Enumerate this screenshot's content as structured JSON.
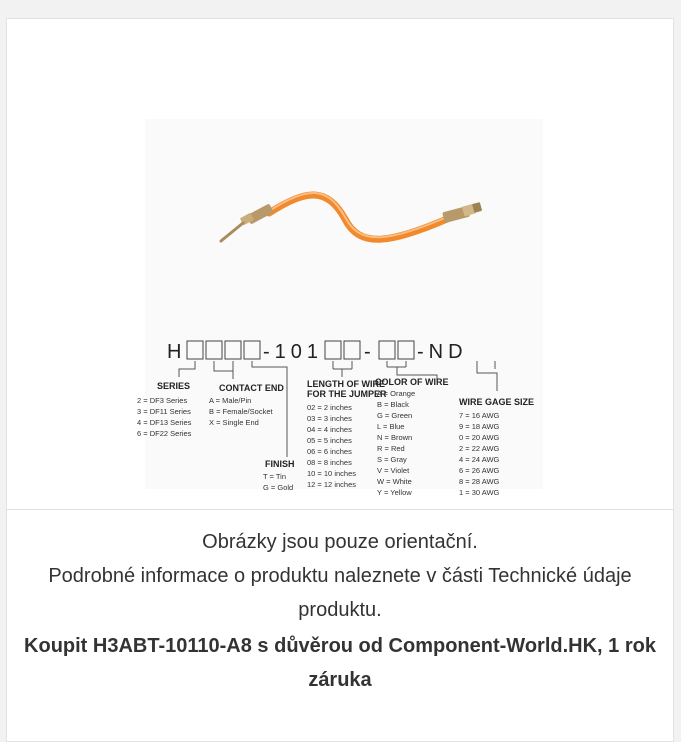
{
  "product": {
    "part_prefix": "H",
    "part_middle": "-101",
    "part_dash": "-",
    "part_suffix": "-ND",
    "cable_color": "#f08a2c",
    "legend": {
      "series": {
        "title": "SERIES",
        "items": [
          "2 = DF3 Series",
          "3 = DF11 Series",
          "4 = DF13 Series",
          "6 = DF22 Series"
        ]
      },
      "contact_end": {
        "title": "CONTACT END",
        "items": [
          "A = Male/Pin",
          "B = Female/Socket",
          "X = Single End"
        ]
      },
      "finish": {
        "title": "FINISH",
        "items": [
          "T = Tin",
          "G = Gold"
        ]
      },
      "length": {
        "title_line1": "LENGTH OF WIRE",
        "title_line2": "FOR THE JUMPER",
        "items": [
          "02 = 2 inches",
          "03 = 3 inches",
          "04 = 4 inches",
          "05 = 5 inches",
          "06 = 6 inches",
          "08 = 8 inches",
          "10 = 10 inches",
          "12 = 12 inches"
        ]
      },
      "color": {
        "title": "COLOR OF WIRE",
        "items": [
          "A = Orange",
          "B = Black",
          "G = Green",
          "L = Blue",
          "N = Brown",
          "R = Red",
          "S = Gray",
          "V = Violet",
          "W = White",
          "Y = Yellow"
        ]
      },
      "gage": {
        "title": "WIRE GAGE SIZE",
        "items": [
          "7 = 16 AWG",
          "9 = 18 AWG",
          "0 = 20 AWG",
          "2 = 22 AWG",
          "4 = 24 AWG",
          "6 = 26 AWG",
          "8 = 28 AWG",
          "1 = 30 AWG"
        ]
      }
    }
  },
  "caption": {
    "line1": "Obrázky jsou pouze orientační.",
    "line2": "Podrobné informace o produktu naleznete v části Technické údaje produktu.",
    "buy_line": "Koupit H3ABT-10110-A8 s důvěrou od Component-World.HK, 1 rok záruka"
  }
}
